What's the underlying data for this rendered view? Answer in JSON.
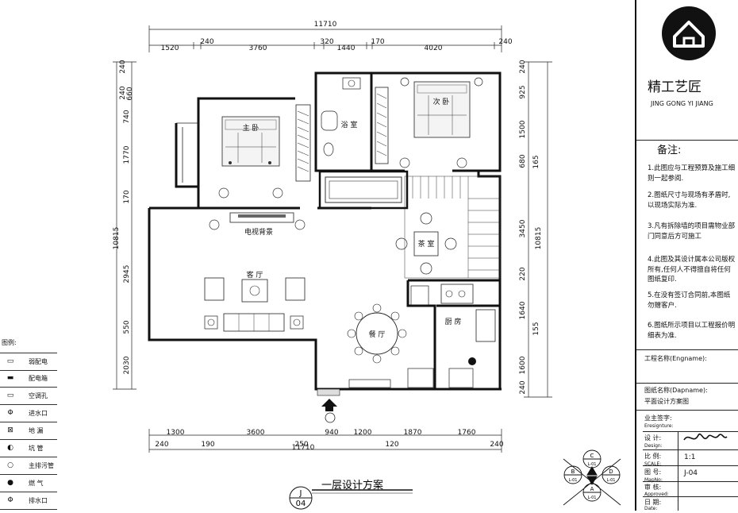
{
  "title": "一层设计方案",
  "drawing_no": "J",
  "drawing_sub": "04",
  "dims": {
    "top_total": "11710",
    "top_segments": [
      "1520",
      "240",
      "3760",
      "320",
      "1440",
      "170",
      "4020",
      "240"
    ],
    "bottom_total": "11710",
    "bottom_row1": [
      "1300",
      "3600",
      "940",
      "1200",
      "1870",
      "1760"
    ],
    "bottom_row2": [
      "240",
      "190",
      "250",
      "120",
      "240"
    ],
    "left_total": "10815",
    "left_segments": [
      "240",
      "240",
      "660",
      "740",
      "1770",
      "170",
      "2945",
      "550",
      "2030"
    ],
    "right_total": "10815",
    "right_segments": [
      "240",
      "925",
      "1500",
      "680",
      "165",
      "3450",
      "220",
      "1640",
      "155",
      "1600",
      "240"
    ]
  },
  "rooms": {
    "master": "主 卧",
    "second": "次 卧",
    "bath": "浴 室",
    "tea": "茶 室",
    "living": "客 厅",
    "dining": "餐 厅",
    "kitchen": "厨 房",
    "tv": "电视背景"
  },
  "legend": {
    "title": "图例:",
    "items": [
      {
        "icon": "weak-panel-icon",
        "glyph": "▭",
        "label": "弱配电"
      },
      {
        "icon": "distribution-box-icon",
        "glyph": "▬",
        "label": "配电箱"
      },
      {
        "icon": "ac-hole-icon",
        "glyph": "▭",
        "label": "空调孔"
      },
      {
        "icon": "water-inlet-icon",
        "glyph": "Φ",
        "label": "进水口"
      },
      {
        "icon": "floor-drain-icon",
        "glyph": "⊠",
        "label": "地 漏"
      },
      {
        "icon": "pit-pipe-icon",
        "glyph": "◐",
        "label": "坑 管"
      },
      {
        "icon": "main-drain-icon",
        "glyph": "○",
        "label": "主排污管"
      },
      {
        "icon": "gas-icon",
        "glyph": "●",
        "label": "燃 气"
      },
      {
        "icon": "water-outlet-icon",
        "glyph": "Φ",
        "label": "排水口"
      }
    ]
  },
  "titleblock": {
    "brand": "精工艺匠",
    "brand_en": "JING GONG YI JIANG",
    "notes_title": "备注:",
    "notes": [
      "1.此图应与工程预算及施工细则一起参阅.",
      "2.图纸尺寸与现场有矛盾时,以现场实际为准.",
      "3.凡有拆除墙的项目需物业部门同意后方可施工",
      "4.此图及其设计属本公司版权所有,任何人不得擅自将任何图纸复印.",
      "5.在没有签订合同前,本图纸勿赠客户.",
      "6.图纸所示项目以工程报价明细表为准."
    ],
    "project_label": "工程名称(Engname):",
    "drawing_name_label": "图纸名称(Dapname):",
    "drawing_name": "平面设计方案图",
    "owner_label": "业主签字:",
    "owner_label_en": "Eresignture:",
    "design_label": "设 计:",
    "design_label_en": "Design:",
    "scale_label": "比 例:",
    "scale_label_en": "SCALE:",
    "scale": "1:1",
    "mapno_label": "图 号:",
    "mapno_label_en": "MapNo:",
    "mapno": "J-04",
    "approved_label": "审 核:",
    "approved_label_en": "Approved:",
    "date_label": "日 期:",
    "date_label_en": "Date:"
  },
  "compass": {
    "top": "C",
    "top_sub": "L-01",
    "left": "B",
    "left_sub": "L-01",
    "right": "D",
    "right_sub": "L-01",
    "bottom": "A",
    "bottom_sub": "L-01"
  }
}
